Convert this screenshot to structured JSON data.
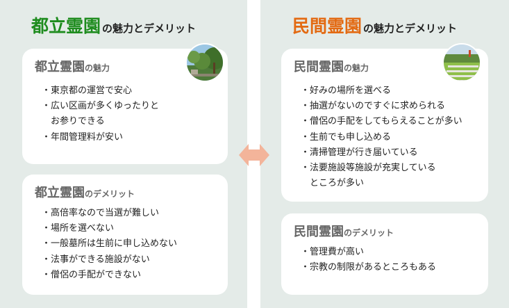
{
  "metro": {
    "heading_big": "都立霊園",
    "heading_small": "の魅力とデメリット",
    "merit": {
      "title_big": "都立霊園",
      "title_small": "の魅力",
      "items": [
        "・東京都の運営で安心",
        "・広い区画が多くゆったりと",
        "　お参りできる",
        "・年間管理料が安い"
      ]
    },
    "demerit": {
      "title_big": "都立霊園",
      "title_small": "のデメリット",
      "items": [
        "・高倍率なので当選が難しい",
        "・場所を選べない",
        "・一般墓所は生前に申し込めない",
        "・法事ができる施設がない",
        "・僧侶の手配ができない"
      ]
    },
    "photo_icon": "park-cemetery-photo",
    "accent": "#1e8c1e"
  },
  "private": {
    "heading_big": "民間霊園",
    "heading_small": "の魅力とデメリット",
    "merit": {
      "title_big": "民間霊園",
      "title_small": "の魅力",
      "items": [
        "・好みの場所を選べる",
        "・抽選がないのですぐに求められる",
        "・僧侶の手配をしてもらえることが多い",
        "・生前でも申し込める",
        "・清掃管理が行き届いている",
        "・法要施設等施設が充実している",
        "　ところが多い"
      ]
    },
    "demerit": {
      "title_big": "民間霊園",
      "title_small": "のデメリット",
      "items": [
        "・管理費が高い",
        "・宗教の制限があるところもある"
      ]
    },
    "photo_icon": "private-cemetery-photo",
    "accent": "#e36a12"
  },
  "arrow_icon": "double-arrow-icon",
  "arrow_color": "#f3b49a",
  "panel_color": "#e4ebe8"
}
